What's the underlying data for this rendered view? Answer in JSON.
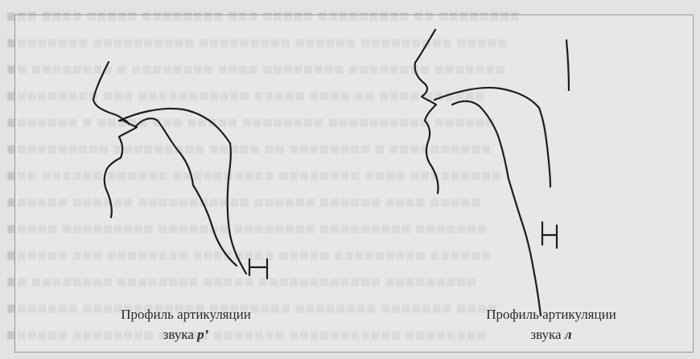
{
  "captions": {
    "left": {
      "line1": "Профиль артикуляции",
      "line2_prefix": "звука ",
      "line2_symbol": "р’"
    },
    "right": {
      "line1": "Профиль артикуляции",
      "line2_prefix": "звука ",
      "line2_symbol": "л"
    }
  }
}
